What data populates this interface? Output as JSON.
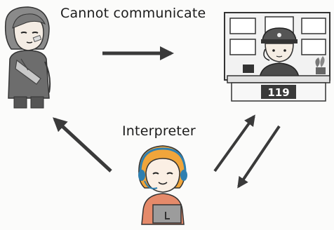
{
  "labels": {
    "cannot_communicate": "Cannot communicate",
    "interpreter": "Interpreter",
    "desk_number": "119"
  },
  "figures": {
    "caller": "injured-person-icon",
    "dispatcher": "emergency-dispatcher-icon",
    "interpreter": "interpreter-headset-icon"
  },
  "colors": {
    "arrow": "#3a3a3a",
    "interpreter_hair": "#f0a53b",
    "interpreter_shirt": "#e58a6a",
    "caller_sling": "#c9c9c9",
    "desk_top": "#e2e2e2"
  }
}
